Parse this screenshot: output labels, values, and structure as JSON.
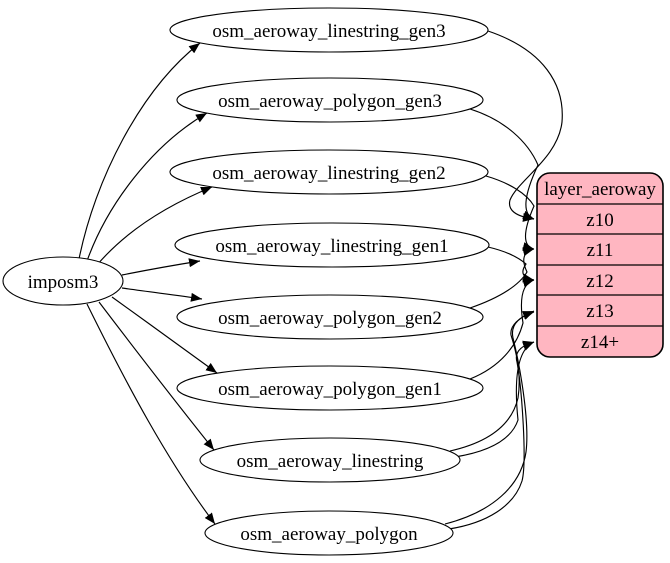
{
  "diagram": {
    "type": "graphviz-etl-flow",
    "source_node": {
      "label": "imposm3"
    },
    "table_nodes": [
      {
        "label": "osm_aeroway_linestring_gen3"
      },
      {
        "label": "osm_aeroway_polygon_gen3"
      },
      {
        "label": "osm_aeroway_linestring_gen2"
      },
      {
        "label": "osm_aeroway_linestring_gen1"
      },
      {
        "label": "osm_aeroway_polygon_gen2"
      },
      {
        "label": "osm_aeroway_polygon_gen1"
      },
      {
        "label": "osm_aeroway_linestring"
      },
      {
        "label": "osm_aeroway_polygon"
      }
    ],
    "record_node": {
      "title": "layer_aeroway",
      "rows": [
        "z10",
        "z11",
        "z12",
        "z13",
        "z14+"
      ]
    },
    "edges": [
      {
        "from": "imposm3",
        "to": "osm_aeroway_linestring_gen3"
      },
      {
        "from": "imposm3",
        "to": "osm_aeroway_polygon_gen3"
      },
      {
        "from": "imposm3",
        "to": "osm_aeroway_linestring_gen2"
      },
      {
        "from": "imposm3",
        "to": "osm_aeroway_linestring_gen1"
      },
      {
        "from": "imposm3",
        "to": "osm_aeroway_polygon_gen2"
      },
      {
        "from": "imposm3",
        "to": "osm_aeroway_polygon_gen1"
      },
      {
        "from": "imposm3",
        "to": "osm_aeroway_linestring"
      },
      {
        "from": "imposm3",
        "to": "osm_aeroway_polygon"
      },
      {
        "from": "osm_aeroway_linestring_gen3",
        "to": "z10"
      },
      {
        "from": "osm_aeroway_polygon_gen3",
        "to": "z10"
      },
      {
        "from": "osm_aeroway_linestring_gen2",
        "to": "z11"
      },
      {
        "from": "osm_aeroway_polygon_gen2",
        "to": "z11"
      },
      {
        "from": "osm_aeroway_linestring_gen1",
        "to": "z12"
      },
      {
        "from": "osm_aeroway_polygon_gen1",
        "to": "z12"
      },
      {
        "from": "osm_aeroway_linestring",
        "to": "z13"
      },
      {
        "from": "osm_aeroway_polygon",
        "to": "z13"
      },
      {
        "from": "osm_aeroway_linestring",
        "to": "z14+"
      },
      {
        "from": "osm_aeroway_polygon",
        "to": "z14+"
      }
    ],
    "colors": {
      "record_fill": "#ffb6c1",
      "node_fill": "#ffffff",
      "edge_stroke": "#000000",
      "background": "#ffffff"
    }
  }
}
